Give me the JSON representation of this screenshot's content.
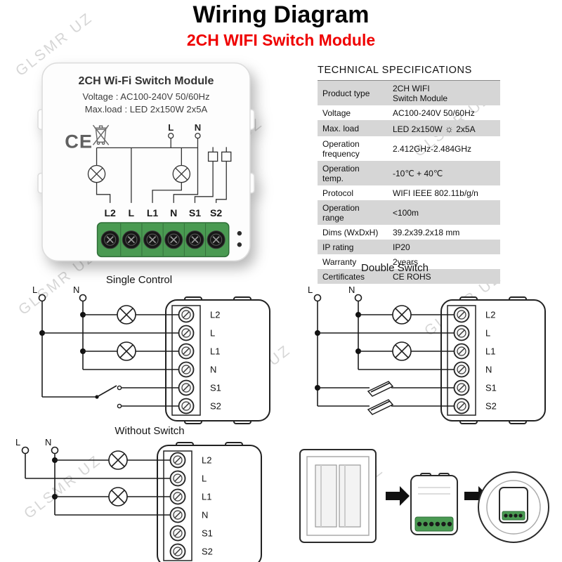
{
  "watermark": {
    "text": "GLSMR UZ"
  },
  "header": {
    "title": "Wiring Diagram",
    "subtitle": "2CH WIFI Switch Module"
  },
  "device": {
    "name": "2CH Wi-Fi Switch Module",
    "voltage": "Voltage : AC100-240V 50/60Hz",
    "max_load": "Max.load : LED 2x150W  2x5A",
    "ce_mark": "CE",
    "top_terminals": [
      "L",
      "N"
    ]
  },
  "terminals": [
    "L2",
    "L",
    "L1",
    "N",
    "S1",
    "S2"
  ],
  "icons": {
    "sun": "☼"
  },
  "specs": {
    "title": "TECHNICAL SPECIFICATIONS",
    "rows": [
      {
        "label": "Product type",
        "value": "2CH WIFI\nSwitch Module"
      },
      {
        "label": "Voltage",
        "value": "AC100-240V 50/60Hz"
      },
      {
        "label": "Max. load",
        "value": "LED 2x150W",
        "value2": "2x5A"
      },
      {
        "label": "Operation frequency",
        "value": "2.412GHz-2.484GHz"
      },
      {
        "label": "Operation temp.",
        "value": "-10℃ + 40℃"
      },
      {
        "label": "Protocol",
        "value": "WIFI IEEE 802.11b/g/n"
      },
      {
        "label": "Operation range",
        "value": "<100m"
      },
      {
        "label": "Dims (WxDxH)",
        "value": "39.2x39.2x18 mm"
      },
      {
        "label": "IP rating",
        "value": "IP20"
      },
      {
        "label": "Warranty",
        "value": "2years"
      },
      {
        "label": "Certificates",
        "value": "CE ROHS"
      }
    ]
  },
  "sections": {
    "single_control": "Single Control",
    "double_switch": "Double Switch",
    "without_switch": "Without Switch"
  },
  "wires": {
    "l": "L",
    "n": "N"
  }
}
